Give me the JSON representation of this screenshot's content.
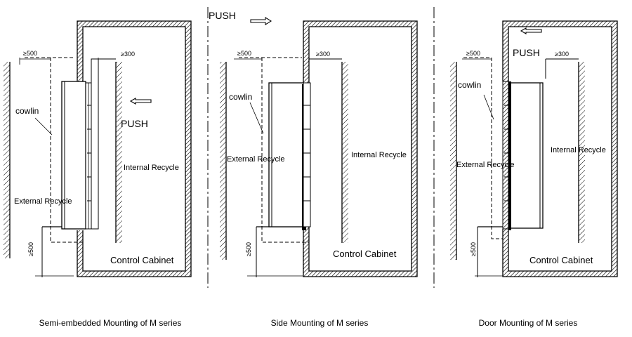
{
  "panels": [
    {
      "title": "Semi-embedded Mounting of  M  series",
      "labels": {
        "push": "PUSH",
        "cowlin": "cowlin",
        "external": "External Recycle",
        "internal": "Internal Recycle",
        "cabinet": "Control Cabinet",
        "dim_left": "≥500",
        "dim_right": "≥300",
        "dim_bottom": "≥500"
      }
    },
    {
      "title": "Side Mounting of  M  series",
      "labels": {
        "push": "PUSH",
        "cowlin": "cowlin",
        "external": "External Recycle",
        "internal": "Internal Recycle",
        "cabinet": "Control Cabinet",
        "dim_left": "≥500",
        "dim_right": "≥300",
        "dim_bottom": "≥500"
      }
    },
    {
      "title": "Door Mounting of  M  series",
      "labels": {
        "push": "PUSH",
        "cowlin": "cowlin",
        "external": "External Recycle",
        "internal": "Internal Recycle",
        "cabinet": "Control Cabinet",
        "dim_left": "≥500",
        "dim_right": "≥300",
        "dim_bottom": "≥500"
      }
    }
  ]
}
